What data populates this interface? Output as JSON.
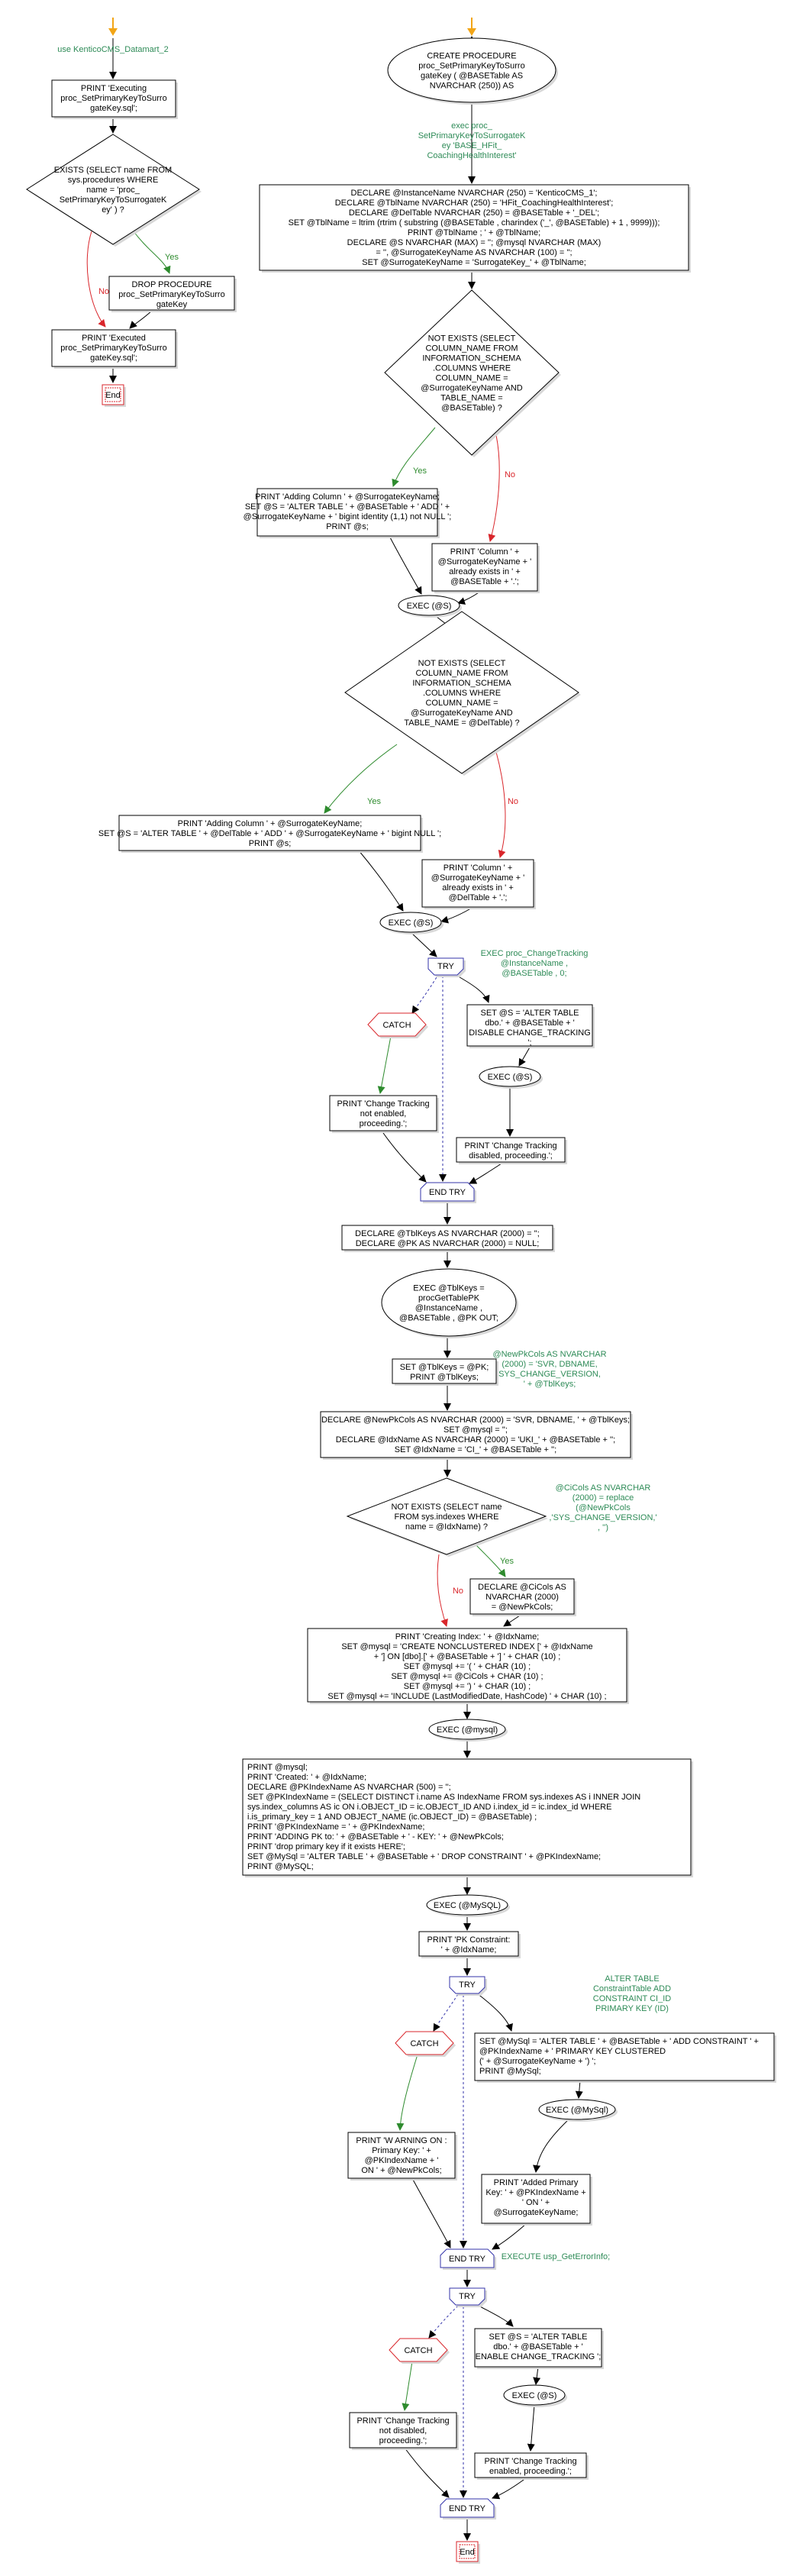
{
  "start_left_note": "use KenticoCMS_Datamart_2",
  "print_executing": "PRINT 'Executing\nproc_SetPrimaryKeyToSurro\ngateKey.sql';",
  "exists_proc": "EXISTS (SELECT name FROM\nsys.procedures WHERE\nname = 'proc_\nSetPrimaryKeyToSurrogateK\ney' ) ?",
  "drop_proc": "DROP PROCEDURE\nproc_SetPrimaryKeyToSurro\ngateKey",
  "print_executed": "PRINT 'Executed\nproc_SetPrimaryKeyToSurro\ngateKey.sql';",
  "end_label": "End",
  "yes": "Yes",
  "no": "No",
  "create_proc": "CREATE PROCEDURE\nproc_SetPrimaryKeyToSurro\ngateKey ( @BASETable AS\nNVARCHAR (250)) AS",
  "exec_note": "exec proc_\nSetPrimaryKeyToSurrogateK\ney 'BASE_HFit_\nCoachingHealthInterest'",
  "declare_block": "DECLARE @InstanceName NVARCHAR (250) = 'KenticoCMS_1';\nDECLARE @TblName NVARCHAR (250) = 'HFit_CoachingHealthInterest';\nDECLARE @DelTable NVARCHAR (250) = @BASETable + '_DEL';\nSET @TblName = ltrim (rtrim ( substring (@BASETable , charindex ('_', @BASETable) + 1 , 9999)));\nPRINT @TblName ; ' + @TblName;\nDECLARE @S NVARCHAR (MAX) = ''; @mysql NVARCHAR (MAX)\n= '', @SurrogateKeyName AS NVARCHAR (100) = '';\nSET @SurrogateKeyName = 'SurrogateKey_' + @TblName;",
  "not_exists_1": "NOT EXISTS (SELECT\nCOLUMN_NAME FROM\nINFORMATION_SCHEMA\n.COLUMNS WHERE\nCOLUMN_NAME =\n@SurrogateKeyName AND\nTABLE_NAME =\n@BASETable) ?",
  "add_col_1": "PRINT 'Adding Column ' + @SurrogateKeyName;\nSET @S = 'ALTER TABLE ' + @BASETable + ' ADD ' +\n@SurrogateKeyName + ' bigint identity (1,1) not NULL ';\nPRINT @s;",
  "col_exists_1": "PRINT 'Column ' +\n@SurrogateKeyName + '\nalready exists in ' +\n@BASETable + '.';",
  "exec_s": "EXEC (@S)",
  "not_exists_2": "NOT EXISTS (SELECT\nCOLUMN_NAME FROM\nINFORMATION_SCHEMA\n.COLUMNS WHERE\nCOLUMN_NAME =\n@SurrogateKeyName AND\nTABLE_NAME = @DelTable) ?",
  "add_col_2": "PRINT 'Adding Column ' + @SurrogateKeyName;\nSET @S = 'ALTER TABLE ' + @DelTable + ' ADD ' + @SurrogateKeyName + ' bigint NULL ';\nPRINT @s;",
  "col_exists_2": "PRINT 'Column ' +\n@SurrogateKeyName + '\nalready exists in ' +\n@DelTable + '.';",
  "try": "TRY",
  "catch": "CATCH",
  "end_try": "END TRY",
  "exec_change_tracking": "EXEC proc_ChangeTracking\n@InstanceName ,\n@BASETable , 0;",
  "disable_ct": "SET @S = 'ALTER TABLE\ndbo.' + @BASETable + '\nDISABLE CHANGE_TRACKING\n';",
  "print_ct_not_enabled": "PRINT 'Change Tracking\nnot enabled,\nproceeding.';",
  "print_ct_disabled": "PRINT 'Change Tracking\ndisabled, proceeding.';",
  "declare_tblkeys": "DECLARE @TblKeys AS NVARCHAR (2000) = '';\nDECLARE @PK AS NVARCHAR (2000) = NULL;",
  "exec_tblkeys": "EXEC @TblKeys =\nprocGetTablePK\n@InstanceName ,\n@BASETable , @PK OUT;",
  "set_tblkeys": "SET @TblKeys = @PK;\nPRINT @TblKeys;",
  "newpkcols_note": "@NewPkCols AS NVARCHAR\n(2000) = 'SVR, DBNAME,\nSYS_CHANGE_VERSION,\n' + @TblKeys;",
  "declare_newpk": "DECLARE @NewPkCols AS NVARCHAR (2000) = 'SVR, DBNAME, ' + @TblKeys;\nSET @mysql = '';\nDECLARE @IdxName AS NVARCHAR (2000) = 'UKI_' + @BASETable + '';\nSET @IdxName = 'CI_' + @BASETable + '';",
  "not_exists_idx": "NOT EXISTS (SELECT name\nFROM sys.indexes WHERE\nname = @IdxName) ?",
  "cicols_note": "@CiCols AS NVARCHAR\n(2000) = replace\n(@NewPkCols\n,'SYS_CHANGE_VERSION,'\n, '')",
  "declare_cicols": "DECLARE @CiCols AS\nNVARCHAR (2000)\n= @NewPkCols;",
  "create_index": "PRINT 'Creating Index: ' + @IdxName;\nSET @mysql = 'CREATE NONCLUSTERED INDEX [' + @IdxName\n+ '] ON [dbo].[' + @BASETable + '] ' + CHAR (10) ;\nSET @mysql += '( ' + CHAR (10) ;\nSET @mysql += @CiCols + CHAR (10) ;\nSET @mysql += ') ' + CHAR (10) ;\nSET @mysql += 'INCLUDE (LastModifiedDate, HashCode) ' + CHAR (10) ;",
  "exec_mysql": "EXEC (@mysql)",
  "print_mysql_block": "PRINT @mysql;\nPRINT 'Created: ' + @IdxName;\nDECLARE @PKIndexName AS  NVARCHAR (500) = '';\nSET @PKIndexName = (SELECT  DISTINCT i.name AS IndexName FROM  sys.indexes AS i INNER JOIN\nsys.index_columns AS ic ON i.OBJECT_ID = ic.OBJECT_ID AND i.index_id = ic.index_id WHERE\ni.is_primary_key = 1 AND OBJECT_NAME (ic.OBJECT_ID) = @BASETable) ;\nPRINT '@PKIndexName = ' + @PKIndexName;\nPRINT 'ADDING PK to: ' + @BASETable + ' - KEY: ' + @NewPkCols;\nPRINT 'drop primary key if it exists HERE';\nSET @MySql = 'ALTER TABLE ' + @BASETable + ' DROP CONSTRAINT ' + @PKIndexName;\nPRINT @MySQL;",
  "exec_mysql2": "EXEC (@MySQL)",
  "print_pk_constraint": "PRINT 'PK Constraint:\n' + @IdxName;",
  "alter_table_note": "ALTER TABLE\nConstraintTable ADD\nCONSTRAINT CI_ID\nPRIMARY KEY (ID)",
  "add_constraint": "SET @MySql = 'ALTER TABLE ' + @BASETable + ' ADD CONSTRAINT ' +\n@PKIndexName + ' PRIMARY KEY CLUSTERED\n(' + @SurrogateKeyName + ') ';\nPRINT @MySql;",
  "exec_mysql3": "EXEC (@MySql)",
  "print_warning": "PRINT 'W ARNING ON :\nPrimary Key: ' +\n@PKIndexName + '\nON ' + @NewPkCols;",
  "print_added_pk": "PRINT 'Added Primary\nKey: ' + @PKIndexName +\n' ON ' +\n@SurrogateKeyName;",
  "execute_error": "EXECUTE usp_GetErrorInfo;",
  "enable_ct": "SET @S = 'ALTER TABLE\ndbo.' + @BASETable + '\nENABLE CHANGE_TRACKING ';",
  "print_ct_not_disabled": "PRINT 'Change Tracking\nnot disabled,\nproceeding.';",
  "print_ct_enabled": "PRINT 'Change Tracking\nenabled, proceeding.';",
  "colors": {
    "note_text": "#2e8b57",
    "yes_line": "#2e8b2e",
    "no_line": "#d9262b",
    "catch_border": "#d9262b",
    "try_border": "#3333aa",
    "end_border": "#d9262b",
    "start_arrow": "#f2a516"
  }
}
